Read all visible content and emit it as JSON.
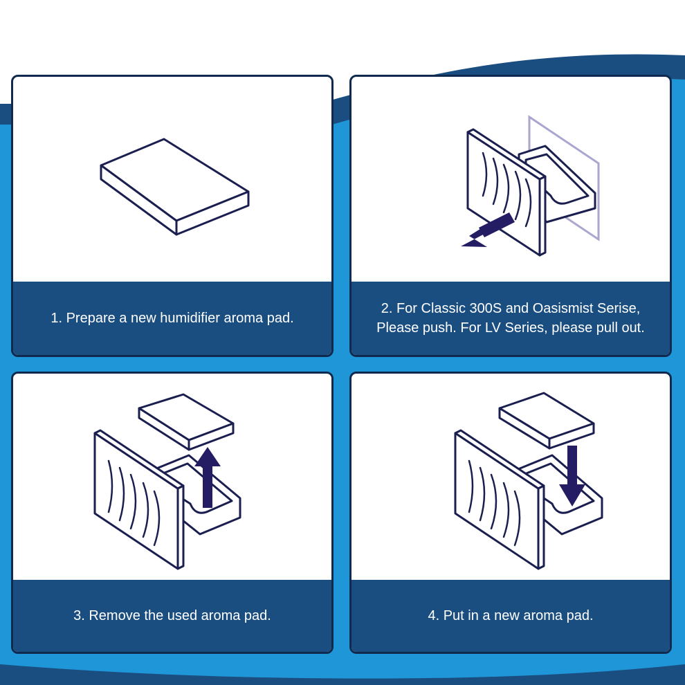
{
  "colors": {
    "navy_band": "#1b4e80",
    "light_blue": "#1e96d8",
    "outline": "#1a1f4f",
    "arrow": "#241d63"
  },
  "steps": [
    {
      "lines": [
        "1. Prepare a new humidifier aroma pad."
      ],
      "icon": "aroma-pad-icon"
    },
    {
      "lines": [
        "2. For Classic 300S and Oasismist Serise,",
        "Please push. For LV Series, please pull out."
      ],
      "icon": "drawer-pull-out-icon"
    },
    {
      "lines": [
        "3. Remove the used aroma pad."
      ],
      "icon": "remove-pad-icon"
    },
    {
      "lines": [
        "4. Put in a new aroma pad."
      ],
      "icon": "insert-pad-icon"
    }
  ]
}
